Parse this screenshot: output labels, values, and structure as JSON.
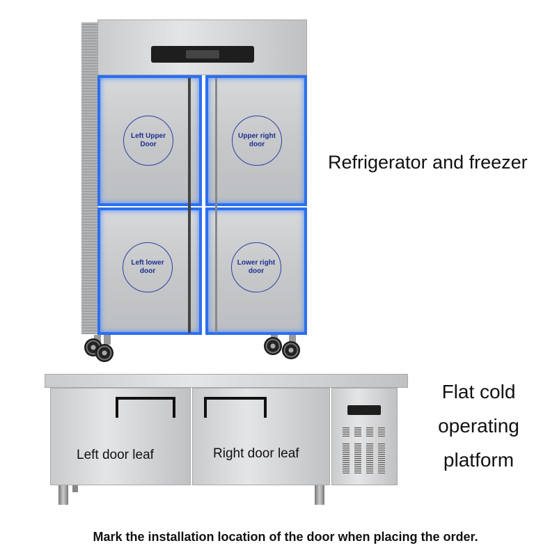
{
  "refrigerator": {
    "title": "Refrigerator and freezer",
    "doors": {
      "upper_left": "Left Upper Door",
      "upper_right": "Upper right door",
      "lower_left": "Left lower door",
      "lower_right": "Lower right door"
    }
  },
  "platform": {
    "title_lines": [
      "Flat cold",
      "operating",
      "platform"
    ],
    "doors": {
      "left": "Left door leaf",
      "right": "Right door leaf"
    }
  },
  "footer": "Mark the installation location of the door when placing the order.",
  "colors": {
    "door_highlight": "#2b6ff0",
    "circle_text": "#1f2f8f"
  }
}
